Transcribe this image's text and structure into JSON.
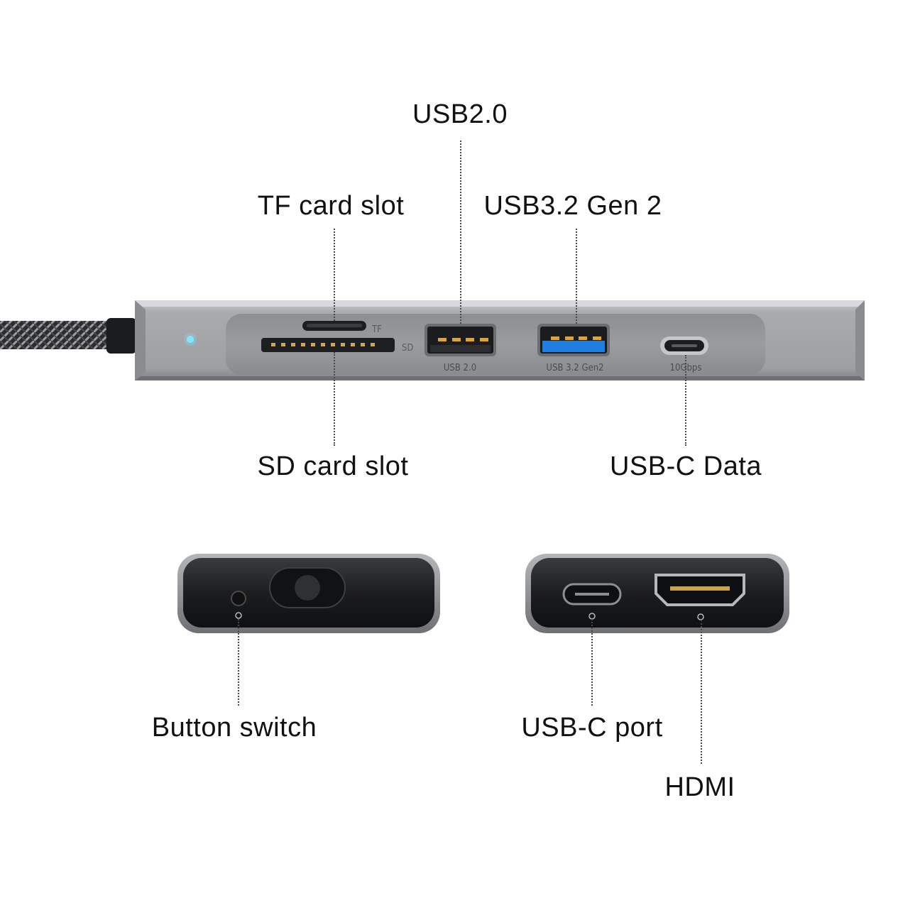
{
  "labels": {
    "usb2": "USB2.0",
    "tf": "TF card slot",
    "usb32": "USB3.2 Gen 2",
    "sd": "SD card slot",
    "usbc_data": "USB-C Data",
    "button_switch": "Button switch",
    "usbc_port": "USB-C port",
    "hdmi": "HDMI"
  },
  "engravings": {
    "tf": "TF",
    "sd": "SD",
    "usb2": "USB 2.0",
    "usb32": "USB 3.2 Gen2",
    "usbc": "10Gbps"
  },
  "colors": {
    "aluminum": "#a6a8ab",
    "port_panel": "#8f9194",
    "usb3_blue": "#1e7fe0",
    "led": "#7fe6ff",
    "end_cap_dark": "#2a2b2d"
  }
}
